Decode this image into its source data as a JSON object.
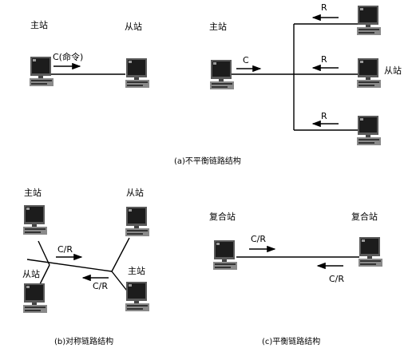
{
  "diagram_a": {
    "caption": "(a)不平衡链路结构",
    "left": {
      "label_master": "主站",
      "label_slave": "从站",
      "command": "C(命令)"
    },
    "right": {
      "label_master": "主站",
      "label_slave": "从站",
      "command": "C",
      "responses": [
        "R",
        "R",
        "R"
      ]
    }
  },
  "diagram_b": {
    "caption": "(b)对称链路结构",
    "labels": {
      "top_left": "主站",
      "top_right": "从站",
      "bottom_left": "从站",
      "bottom_right": "主站"
    },
    "cr_top": "C/R",
    "cr_bottom": "C/R"
  },
  "diagram_c": {
    "caption": "(c)平衡链路结构",
    "label_left": "复合站",
    "label_right": "复合站",
    "cr_top": "C/R",
    "cr_bottom": "C/R"
  },
  "colors": {
    "line": "#000000",
    "monitor_frame": "#5a5a5a",
    "screen": "#1c1c1c",
    "keyboard": "#8a8a8a"
  }
}
